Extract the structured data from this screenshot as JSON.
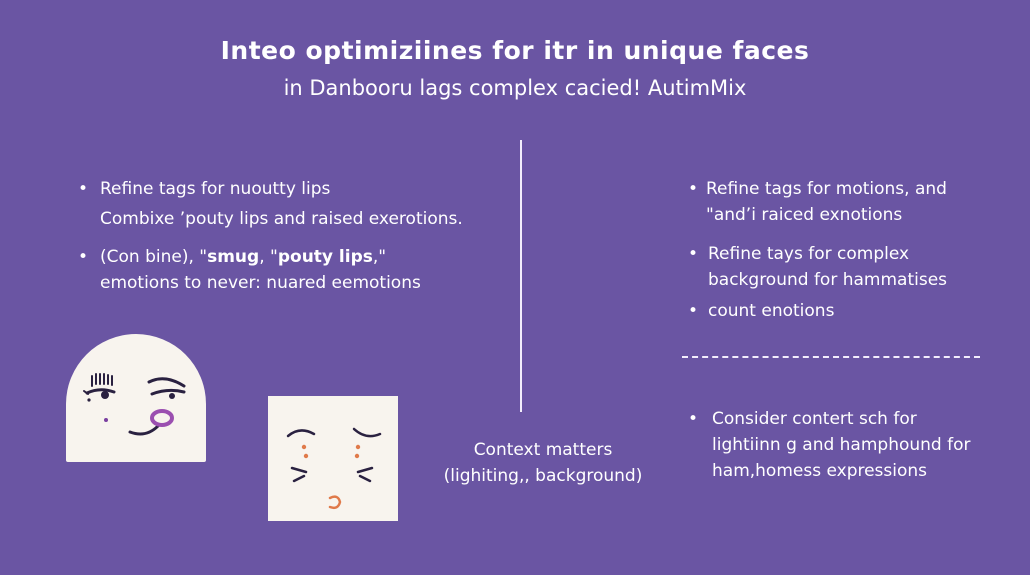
{
  "header": {
    "title": "Inteo optimiziines for itr in unique faces",
    "subtitle": "in Danbooru lags complex cacied! AutimMix"
  },
  "left_column": {
    "bullet_1": "Refine tags for nuoutty lips",
    "bullet_1_cont": "Combixe ’pouty lips and raised exerotions.",
    "bullet_2_pre": "(Con bine), \"",
    "bullet_2_bold_1": "smug",
    "bullet_2_mid": ", \"",
    "bullet_2_bold_2": "pouty lips",
    "bullet_2_post": ",\"",
    "bullet_2_cont": "emotions to never: nuared eemotions"
  },
  "right_column": {
    "bullet_1": "Refine tags for motions, and",
    "bullet_1_cont": "\"and’i raiced exnotions",
    "bullet_2": "Refine tays for complex",
    "bullet_2_cont": "background for hammatises",
    "bullet_3": "count enotions",
    "bullet_4": "Consider contert sch for",
    "bullet_4_cont_1": "lightiinn g and hamphound for",
    "bullet_4_cont_2": "ham,homess expressions"
  },
  "caption": {
    "line_1": "Context matters",
    "line_2": "(lighiting,, background)"
  },
  "bullet_symbol": "•",
  "colors": {
    "background": "#6a55a3",
    "face": "#f8f4ee",
    "lip_accent": "#9b4fb0",
    "blush": "#e07a4a"
  }
}
